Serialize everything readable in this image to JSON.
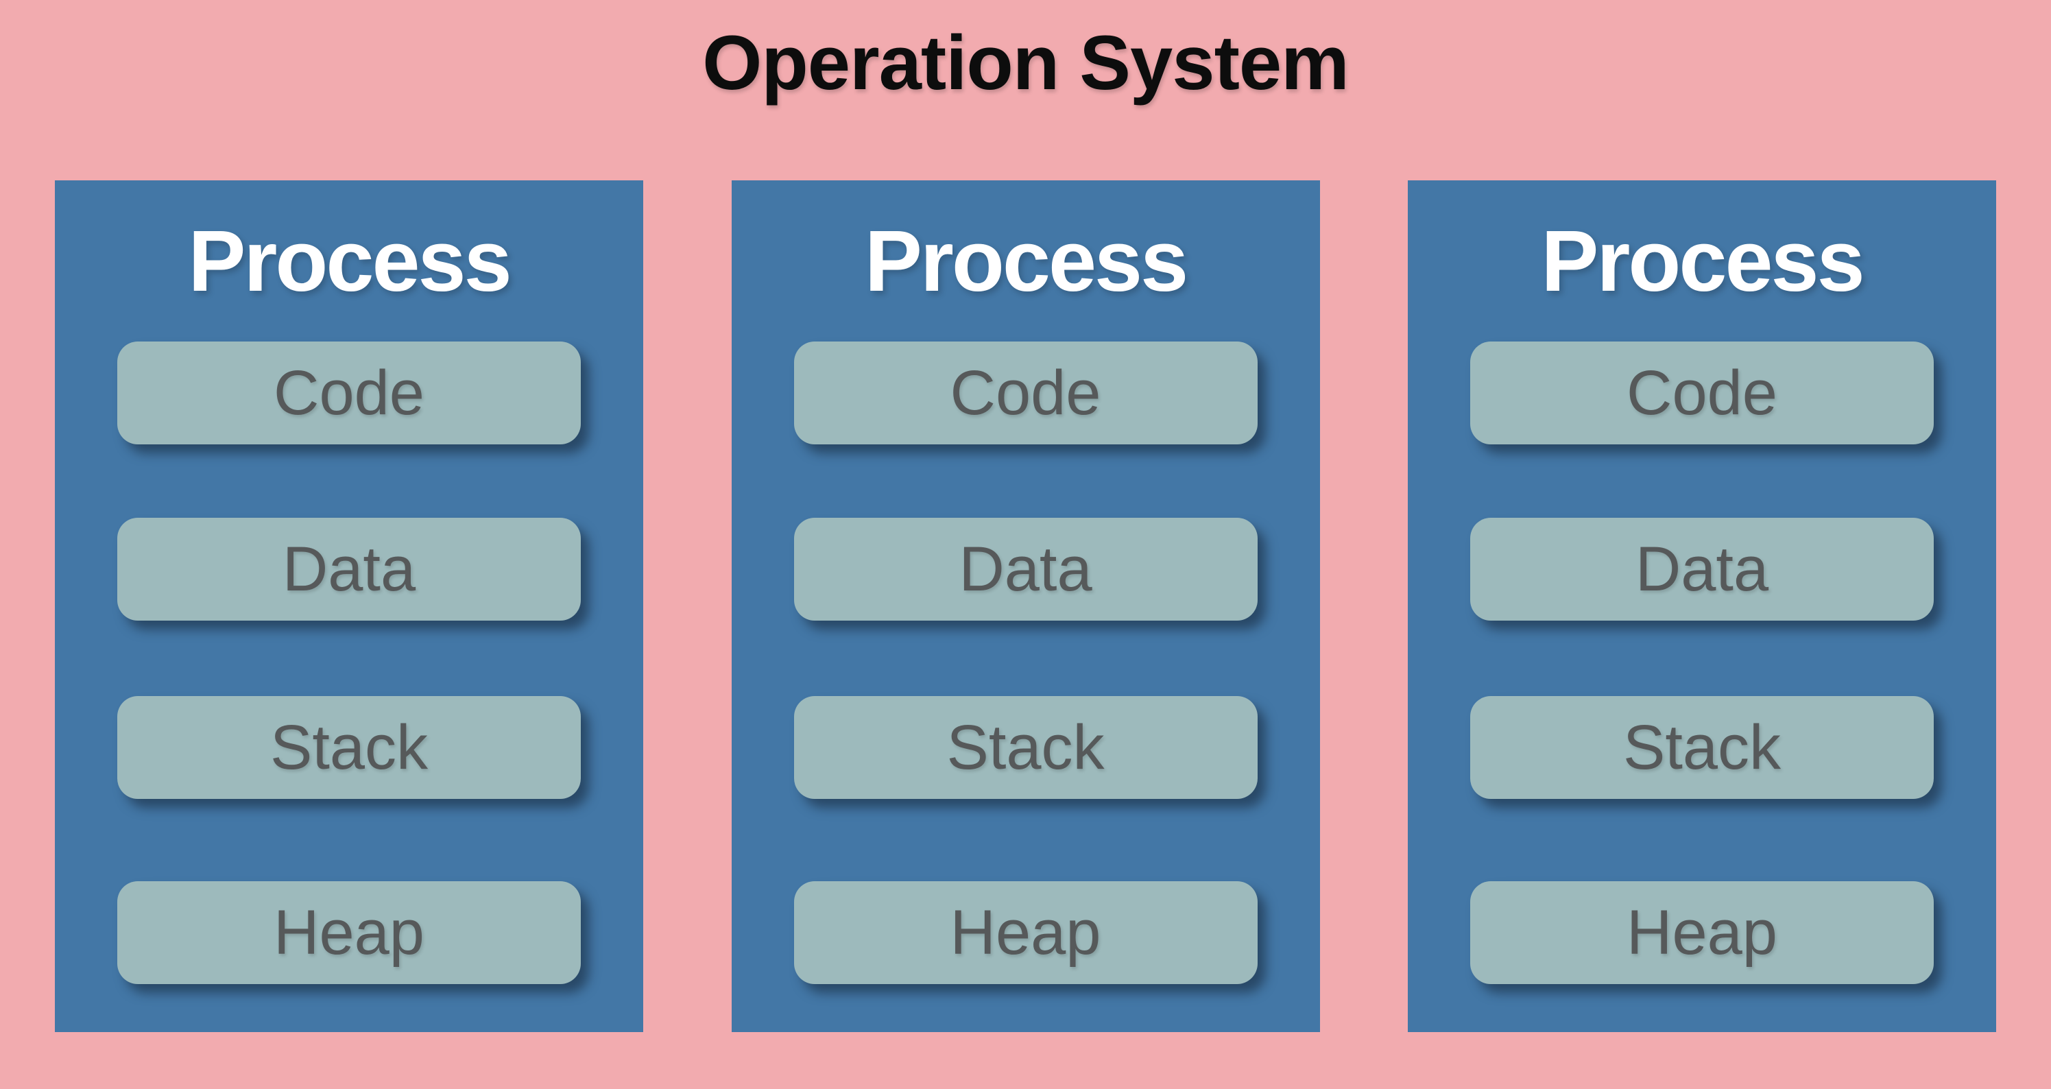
{
  "title": "Operation System",
  "colors": {
    "background": "#F2ABAF",
    "process_box": "#4377A6",
    "segment_box": "#9DBABC",
    "segment_text": "#56595A",
    "process_label_text": "#FFFFFF",
    "title_text": "#0D0D0D"
  },
  "processes": [
    {
      "label": "Process",
      "segments": [
        "Code",
        "Data",
        "Stack",
        "Heap"
      ]
    },
    {
      "label": "Process",
      "segments": [
        "Code",
        "Data",
        "Stack",
        "Heap"
      ]
    },
    {
      "label": "Process",
      "segments": [
        "Code",
        "Data",
        "Stack",
        "Heap"
      ]
    }
  ]
}
